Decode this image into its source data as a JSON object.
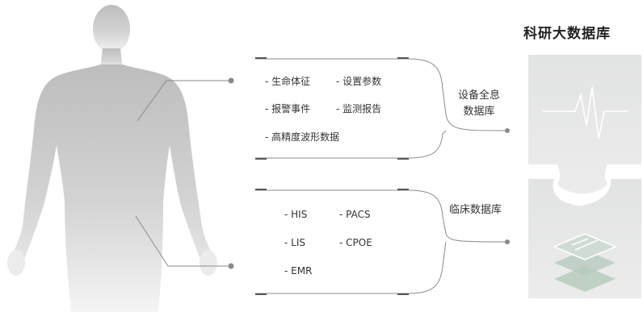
{
  "title": "科研大数据库",
  "device_panel": {
    "items": [
      "- 生命体征",
      "- 设置参数",
      "- 报警事件",
      "- 监测报告",
      "- 高精度波形数据"
    ],
    "label": [
      "设备全息",
      "数据库"
    ]
  },
  "clinical_panel": {
    "items": [
      "- HIS",
      "- PACS",
      "- LIS",
      "- CPOE",
      "- EMR"
    ],
    "label": "临床数据库"
  },
  "colors": {
    "figure": "#c9c9c9",
    "connector": "#8a8a8a",
    "panel_bg": "#e4e6e5",
    "panel_line": "#ffffff",
    "layer_green": "#b5c9bd"
  }
}
